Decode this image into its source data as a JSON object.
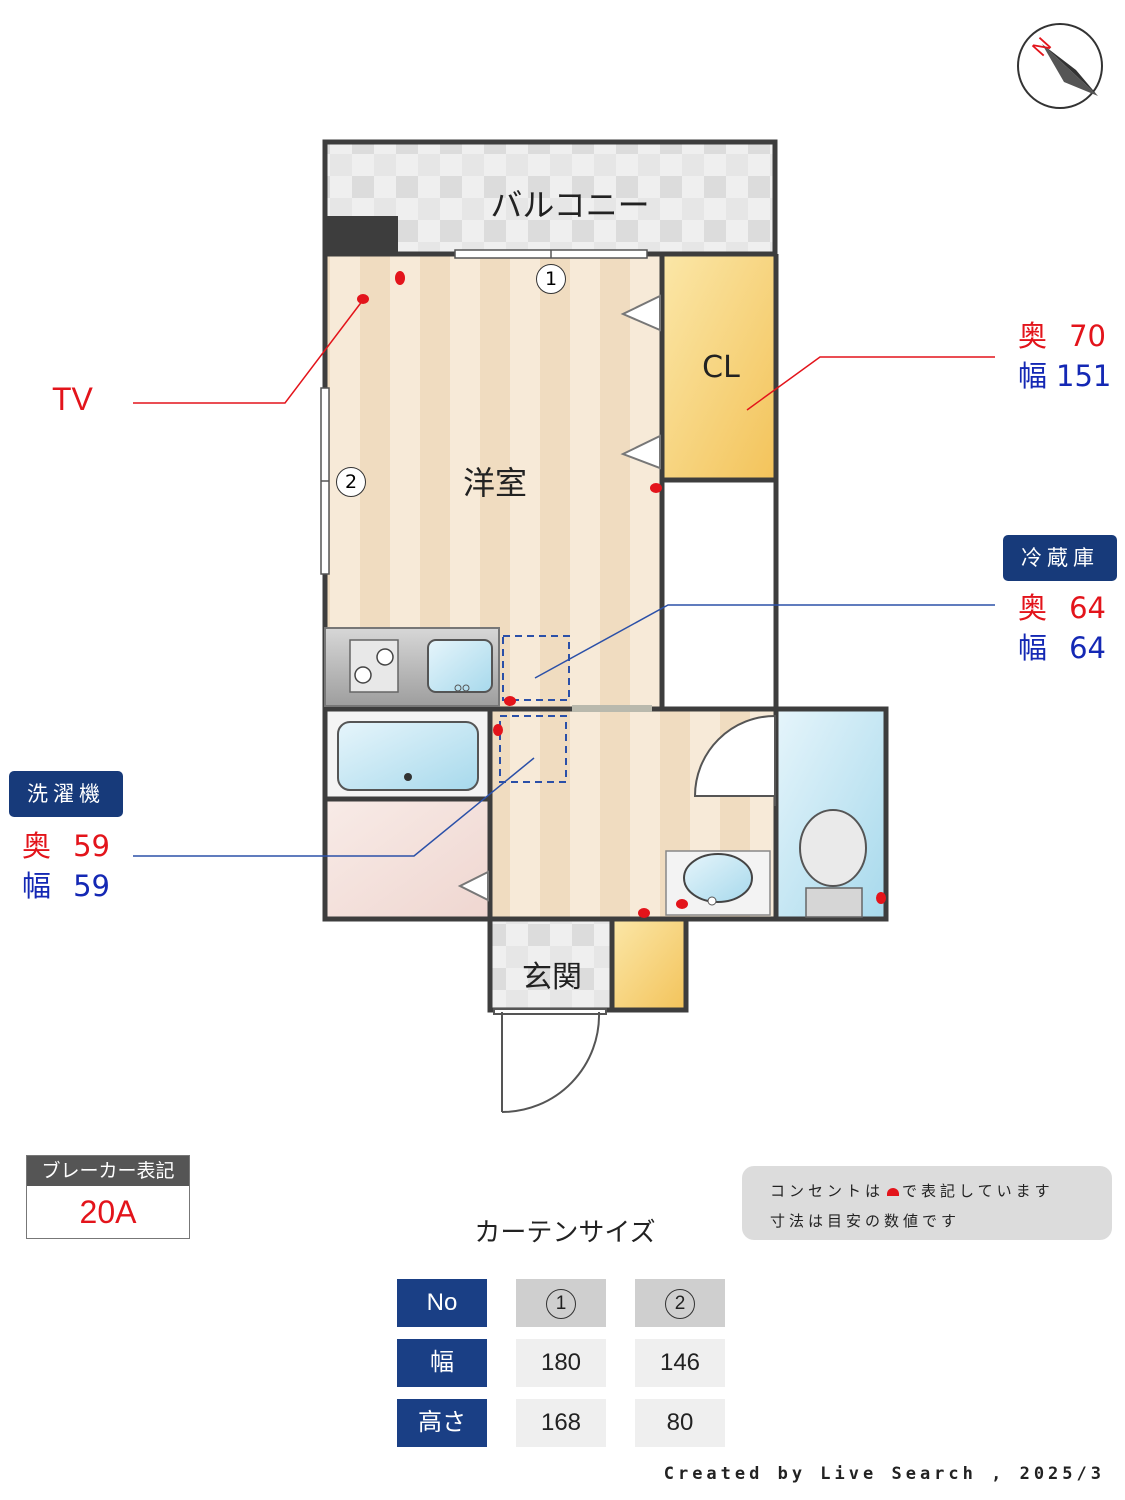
{
  "rooms": {
    "balcony": "バルコニー",
    "closet": "CL",
    "western_room": "洋室",
    "entrance": "玄関"
  },
  "curtain_markers": {
    "m1": "1",
    "m2": "2"
  },
  "tv_label": "TV",
  "closet_dims": {
    "depth_label": "奥",
    "depth": "70",
    "width_label": "幅",
    "width": "151"
  },
  "fridge": {
    "title": "冷蔵庫",
    "depth_label": "奥",
    "depth": "64",
    "width_label": "幅",
    "width": "64"
  },
  "washer": {
    "title": "洗濯機",
    "depth_label": "奥",
    "depth": "59",
    "width_label": "幅",
    "width": "59"
  },
  "breaker": {
    "title": "ブレーカー表記",
    "value": "20A"
  },
  "notes": {
    "line1": "コンセントは",
    "line1_tail": "で表記しています",
    "line2": "寸法は目安の数値です"
  },
  "curtain_table": {
    "title": "カーテンサイズ",
    "header": "No",
    "col1": "1",
    "col2": "2",
    "rows": [
      {
        "label": "幅",
        "v1": "180",
        "v2": "146"
      },
      {
        "label": "高さ",
        "v1": "168",
        "v2": "80"
      }
    ]
  },
  "compass_letter": "N",
  "credit": "Created by Live Search , 2025/3",
  "colors": {
    "outlet": "#e3141b",
    "wall": "#3d3d3d",
    "navy": "#173a7a"
  }
}
